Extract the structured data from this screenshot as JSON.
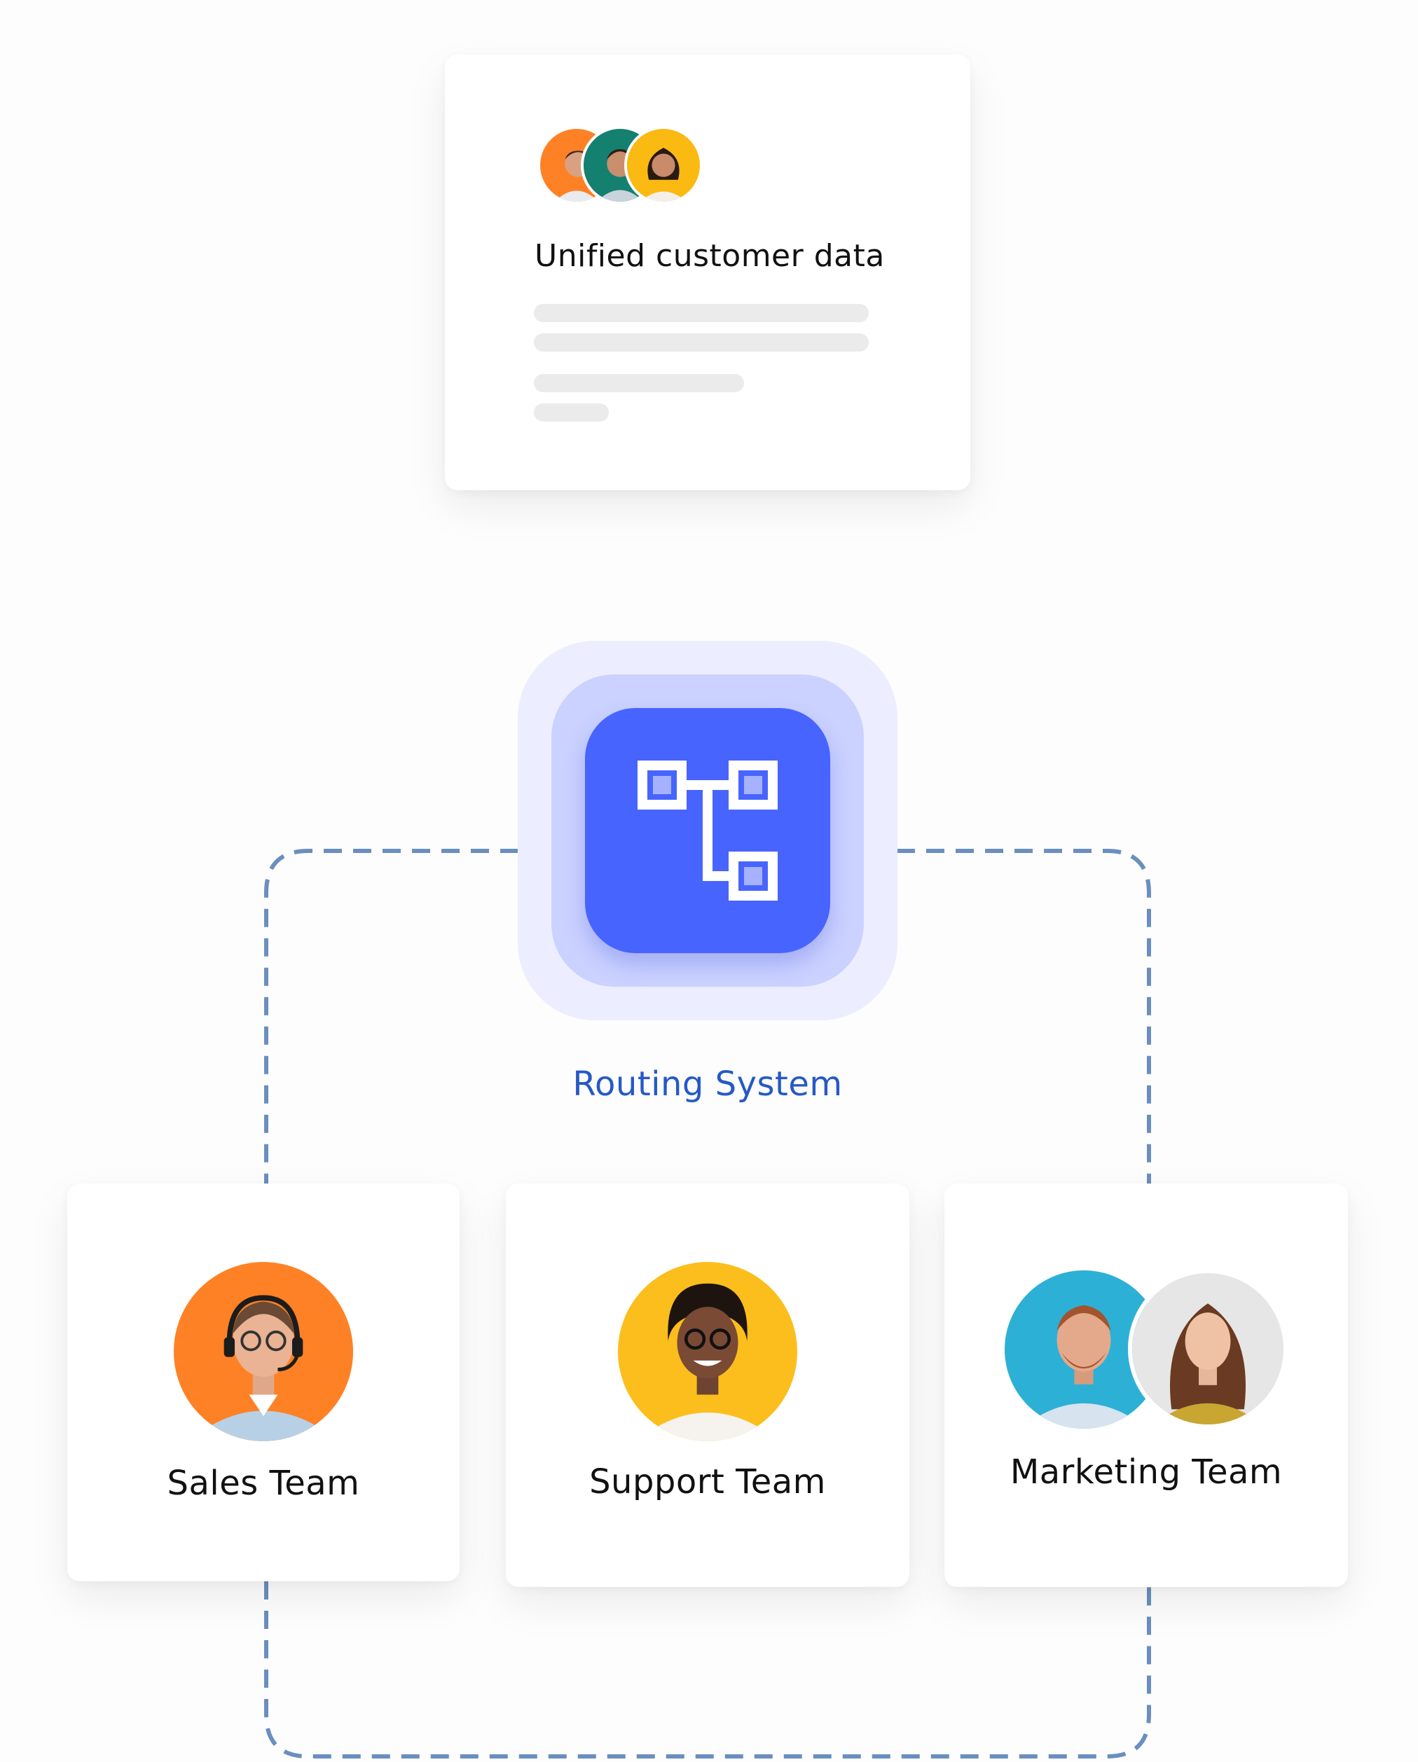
{
  "customer_card": {
    "title": "Unified customer data",
    "avatars": [
      {
        "name": "customer-avatar-1",
        "bg": "#fe8126"
      },
      {
        "name": "customer-avatar-2",
        "bg": "#14806f"
      },
      {
        "name": "customer-avatar-3",
        "bg": "#fbba12"
      }
    ]
  },
  "router": {
    "label": "Routing System",
    "icon": "routing-icon",
    "colors": {
      "outer": "#eceeff",
      "middle": "#cbd2ff",
      "inner": "#4864fe",
      "label": "#2559c5"
    }
  },
  "connector": {
    "color": "#6a8fbe",
    "style": "dashed"
  },
  "teams": [
    {
      "label": "Sales Team",
      "photo_bg": [
        "#fe8126"
      ]
    },
    {
      "label": "Support Team",
      "photo_bg": [
        "#fbbe1c"
      ]
    },
    {
      "label": "Marketing Team",
      "photo_bg": [
        "#2db0d6",
        "#e6e6e6"
      ]
    }
  ]
}
